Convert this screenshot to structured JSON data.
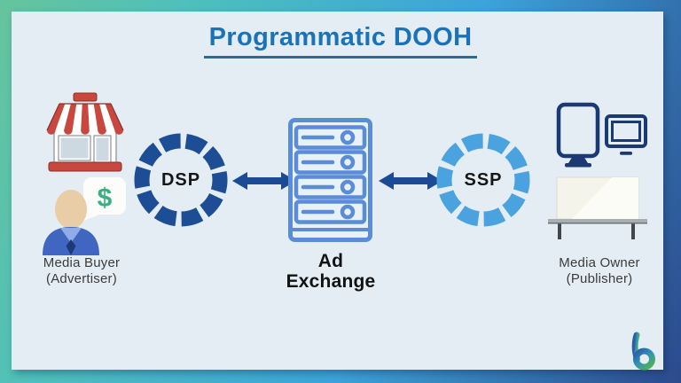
{
  "title": "Programmatic DOOH",
  "flow": {
    "left_entity": {
      "line1": "Media Buyer",
      "line2": "(Advertiser)",
      "dollar": "$"
    },
    "dsp": {
      "label": "DSP"
    },
    "ad_exchange": {
      "line1": "Ad",
      "line2": "Exchange"
    },
    "ssp": {
      "label": "SSP"
    },
    "right_entity": {
      "line1": "Media Owner",
      "line2": "(Publisher)"
    }
  },
  "icons": {
    "storefront": "storefront-icon",
    "media_buyer_person": "media-buyer-person-icon",
    "ad_exchange_server": "ad-exchange-server-icon",
    "portrait_display": "portrait-display-icon",
    "desktop_monitor": "desktop-monitor-icon",
    "billboard": "billboard-icon",
    "brand_logo": "b-logo"
  },
  "colors": {
    "panel_bg": "#e3edf3",
    "title_text": "#1a73b9",
    "title_underline": "#2e6d89",
    "dsp_ring": "#1d4d94",
    "ssp_ring": "#4aa3df",
    "arrow": "#1d4a94",
    "server_outline": "#5a8cd8",
    "side_label_text": "#3c3c3c",
    "dark_text": "#121212",
    "store_red": "#c8473e",
    "dollar_green": "#35b183",
    "screen_navy": "#1b3a74",
    "border_gradient_start": "#66c49c",
    "border_gradient_mid": "#3ba4da",
    "border_gradient_end": "#2c4a8c"
  }
}
